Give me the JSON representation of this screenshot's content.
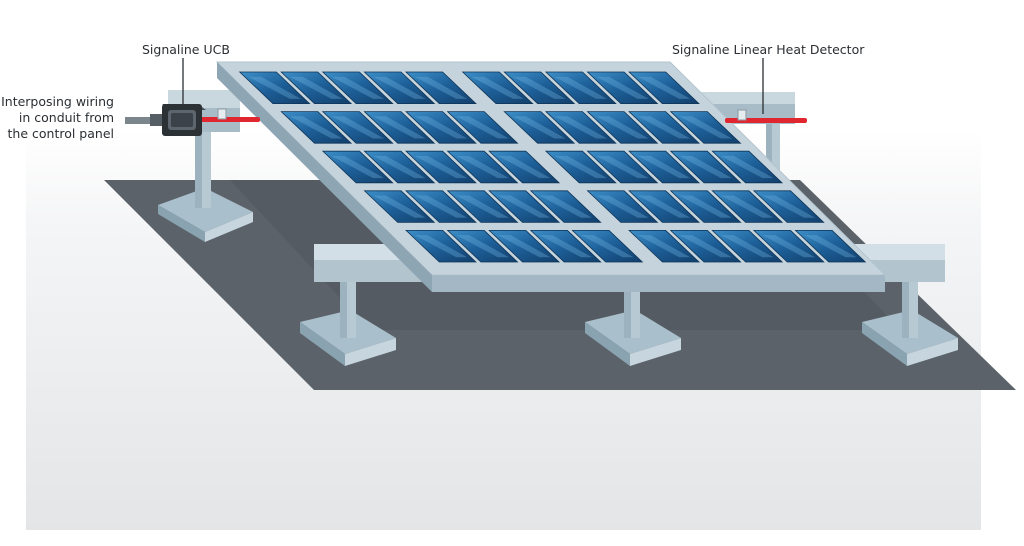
{
  "labels": {
    "ucb": "Signaline UCB",
    "heat_detector": "Signaline Linear Heat Detector",
    "wiring_line1": "Interposing wiring",
    "wiring_line2": "in conduit from",
    "wiring_line3": "the control panel"
  },
  "panel_grid": {
    "rows": 5,
    "cols_per_module": 5,
    "modules": 2
  },
  "colors": {
    "backdrop": "#f0f1f2",
    "ground": "#5a6168",
    "frame": "#c9d7df",
    "cell": "#1f6fa8",
    "detector_cable": "#e0262f",
    "ucb_box": "#2c3136"
  }
}
